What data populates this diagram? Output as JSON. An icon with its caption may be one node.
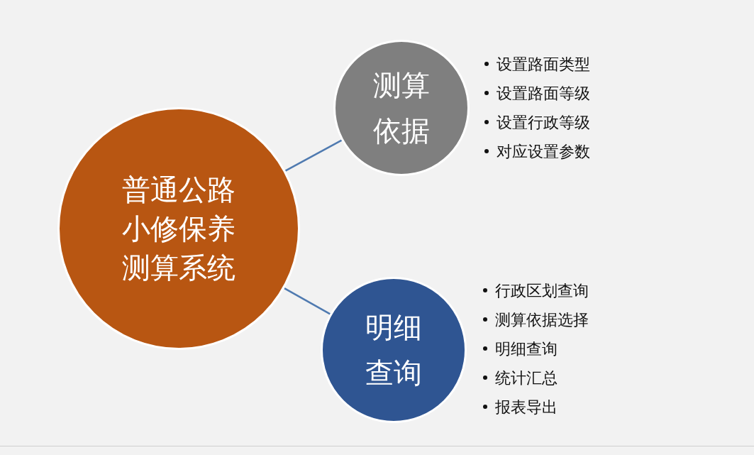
{
  "diagram": {
    "nodes": [
      {
        "text": [
          "普通公路小修保养测算系统"
        ]
      },
      {
        "text": [
          "测算依据"
        ],
        "beside": [
          "设置路面类型",
          "设置路面等级",
          "设置行政等级",
          "对应设置参数"
        ]
      },
      {
        "text": [
          "明细查询"
        ],
        "beside": [
          "行政区划查询",
          "测算依据选择",
          "明细查询",
          "统计汇总",
          "报表导出"
        ]
      }
    ],
    "edges": [
      {
        "from": 0,
        "to": 1,
        "arrow": "none"
      },
      {
        "from": 0,
        "to": 2,
        "arrow": "none"
      }
    ]
  }
}
